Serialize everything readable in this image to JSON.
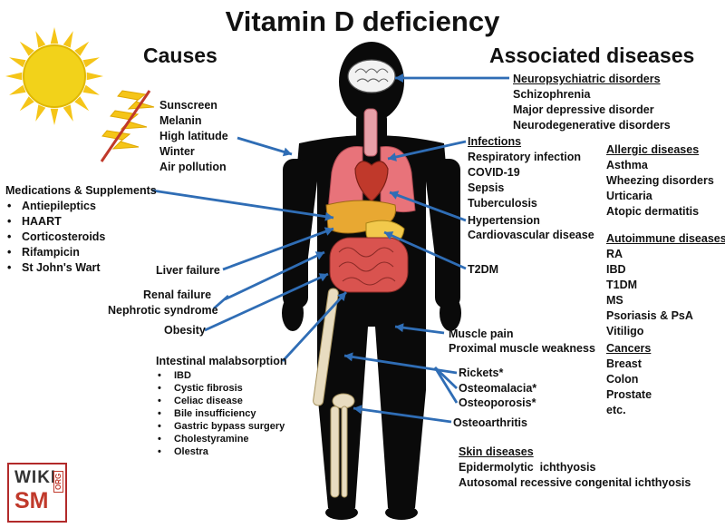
{
  "title": "Vitamin D deficiency",
  "causes_heading": "Causes",
  "diseases_heading": "Associated diseases",
  "sun_causes": [
    "Sunscreen",
    "Melanin",
    "High latitude",
    "Winter",
    "Air pollution"
  ],
  "medications": {
    "heading": "Medications & Supplements",
    "items": [
      "Antiepileptics",
      "HAART",
      "Corticosteroids",
      "Rifampicin",
      "St John's Wart"
    ]
  },
  "liver_failure": "Liver failure",
  "renal_failure": "Renal failure",
  "nephrotic_syndrome": "Nephrotic syndrome",
  "obesity": "Obesity",
  "malabsorption": {
    "heading": "Intestinal malabsorption",
    "items": [
      "IBD",
      "Cystic fibrosis",
      "Celiac disease",
      "Bile insufficiency",
      "Gastric bypass surgery",
      "Cholestyramine",
      "Olestra"
    ]
  },
  "neuro": {
    "heading": "Neuropsychiatric disorders",
    "items": [
      "Schizophrenia",
      "Major depressive disorder",
      "Neurodegenerative disorders"
    ]
  },
  "infections": {
    "heading": "Infections",
    "items": [
      "Respiratory infection",
      "COVID-19",
      "Sepsis",
      "Tuberculosis"
    ]
  },
  "hypertension": "Hypertension",
  "cardiovascular": "Cardiovascular disease",
  "t2dm": "T2DM",
  "muscle_pain": "Muscle pain",
  "proximal_weakness": "Proximal muscle weakness",
  "rickets": "Rickets*",
  "osteomalacia": "Osteomalacia*",
  "osteoporosis": "Osteoporosis*",
  "osteoarthritis": "Osteoarthritis",
  "skin": {
    "heading": "Skin diseases",
    "items": [
      "Epidermolytic  ichthyosis",
      "Autosomal recessive congenital ichthyosis"
    ]
  },
  "allergic": {
    "heading": "Allergic diseases",
    "items": [
      "Asthma",
      "Wheezing disorders",
      "Urticaria",
      "Atopic dermatitis"
    ]
  },
  "autoimmune": {
    "heading": "Autoimmune diseases",
    "items": [
      "RA",
      "IBD",
      "T1DM",
      "MS",
      "Psoriasis & PsA",
      "Vitiligo"
    ]
  },
  "cancers": {
    "heading": "Cancers",
    "items": [
      "Breast",
      "Colon",
      "Prostate",
      "etc."
    ]
  },
  "logo": {
    "line1": "WIKI",
    "line2": "SM",
    "line3": "ORG"
  },
  "colors": {
    "arrow": "#2f6db5",
    "body": "#0a0a0a",
    "sun": "#f5c518",
    "sun_core": "#f0d000",
    "ray_strike": "#c0392b",
    "lungs": "#e8737a",
    "heart": "#c0392b",
    "liver": "#e8a832",
    "stomach": "#f2c94c",
    "intestine": "#d9534f",
    "bone": "#e8dcc0",
    "brain": "#f2f2f2"
  }
}
